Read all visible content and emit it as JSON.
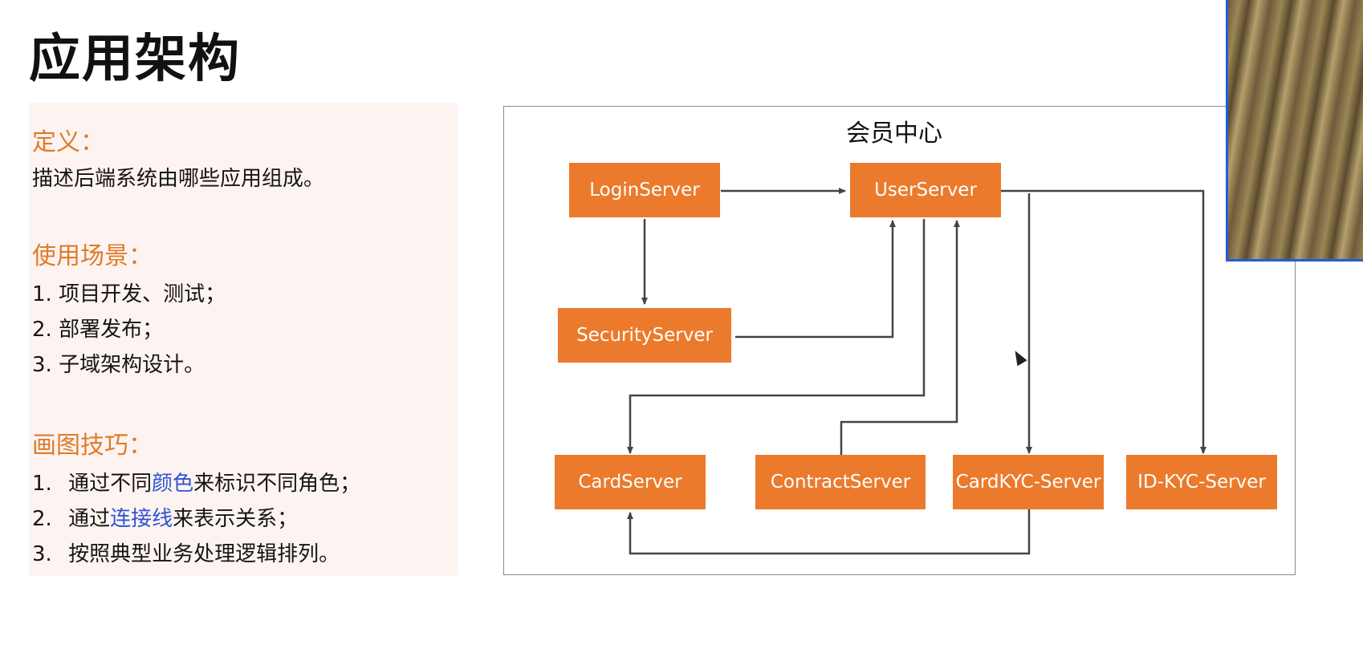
{
  "slide": {
    "title": "应用架构"
  },
  "left": {
    "definition": {
      "heading": "定义：",
      "text": "描述后端系统由哪些应用组成。"
    },
    "scenarios": {
      "heading": "使用场景：",
      "items": [
        "1. 项目开发、测试；",
        "2. 部署发布；",
        "3. 子域架构设计。"
      ]
    },
    "tips": {
      "heading": "画图技巧：",
      "item1": {
        "num": "1.",
        "pre": "通过不同",
        "hl": "颜色",
        "post": "来标识不同角色；"
      },
      "item2": {
        "num": "2.",
        "pre": "通过",
        "hl": "连接线",
        "post": "来表示关系；"
      },
      "item3": {
        "num": "3.",
        "pre": "按照典型业务处理逻辑排列。"
      }
    }
  },
  "diagram": {
    "title": "会员中心",
    "nodes": {
      "login": "LoginServer",
      "user": "UserServer",
      "security": "SecurityServer",
      "card": "CardServer",
      "contract": "ContractServer",
      "cardkyc": "CardKYC-Server",
      "idkyc": "ID-KYC-Server"
    }
  },
  "colors": {
    "accent_orange": "#ec7a2c",
    "heading_orange": "#e07a2a",
    "highlight_blue": "#2f52d6",
    "connector": "#444444"
  }
}
